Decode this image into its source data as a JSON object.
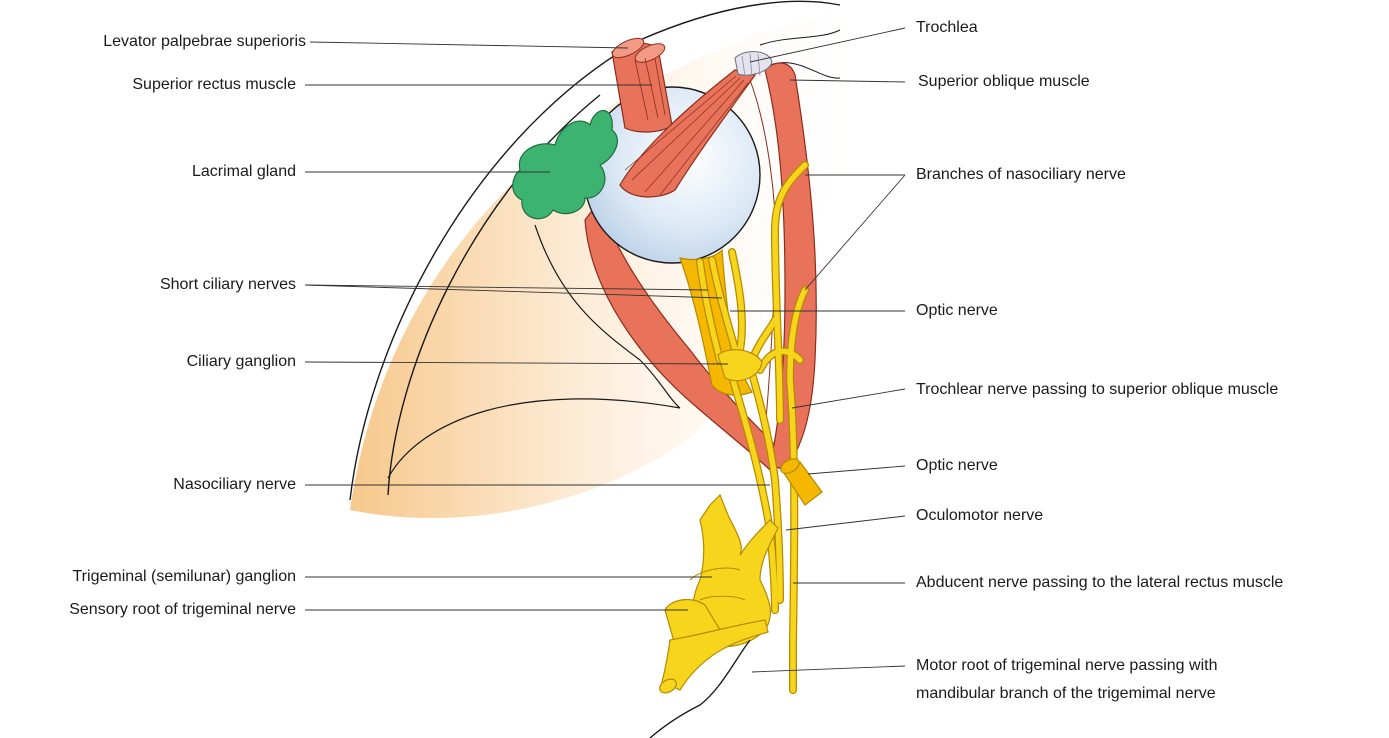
{
  "labels_left": [
    {
      "id": "levator",
      "text": "Levator palpebrae superioris"
    },
    {
      "id": "sup-rectus",
      "text": "Superior rectus muscle"
    },
    {
      "id": "lacrimal",
      "text": "Lacrimal gland"
    },
    {
      "id": "short-ciliary",
      "text": "Short ciliary nerves"
    },
    {
      "id": "ciliary-ganglion",
      "text": "Ciliary ganglion"
    },
    {
      "id": "nasociliary",
      "text": "Nasociliary nerve"
    },
    {
      "id": "trigeminal-ganglion",
      "text": "Trigeminal (semilunar) ganglion"
    },
    {
      "id": "sensory-root",
      "text": "Sensory root of trigeminal nerve"
    }
  ],
  "labels_right": [
    {
      "id": "trochlea",
      "text": "Trochlea"
    },
    {
      "id": "sup-oblique",
      "text": "Superior oblique muscle"
    },
    {
      "id": "branches-nasociliary",
      "text": "Branches of nasociliary nerve"
    },
    {
      "id": "optic-1",
      "text": "Optic nerve"
    },
    {
      "id": "trochlear",
      "text": "Trochlear nerve passing to superior oblique muscle"
    },
    {
      "id": "optic-2",
      "text": "Optic nerve"
    },
    {
      "id": "oculomotor",
      "text": "Oculomotor nerve"
    },
    {
      "id": "abducent",
      "text": "Abducent nerve passing to the lateral rectus muscle"
    },
    {
      "id": "motor-root-1",
      "text": "Motor root of trigeminal nerve passing with"
    },
    {
      "id": "motor-root-2",
      "text": "mandibular branch of the trigemimal nerve"
    }
  ],
  "colors": {
    "nerve": "#f7d51d",
    "nerve_outline": "#b58a00",
    "optic": "#f5b700",
    "muscle": "#e8735a",
    "muscle_outline": "#8a2e1c",
    "gland": "#3cb371",
    "eyeball": "#dce9f5",
    "orbit": "#f9d9b0",
    "leader": "#333333"
  }
}
